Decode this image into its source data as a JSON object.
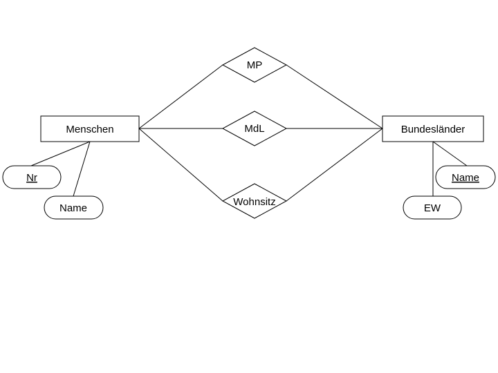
{
  "entities": {
    "menschen": {
      "label": "Menschen"
    },
    "bundeslaender": {
      "label": "Bundesländer"
    }
  },
  "relationships": {
    "mp": {
      "label": "MP"
    },
    "mdl": {
      "label": "MdL"
    },
    "wohnsitz": {
      "label": "Wohnsitz"
    }
  },
  "attributes": {
    "menschen_nr": {
      "label": "Nr",
      "key": true
    },
    "menschen_name": {
      "label": "Name",
      "key": false
    },
    "bundeslaender_name": {
      "label": "Name",
      "key": true
    },
    "bundeslaender_ew": {
      "label": "EW",
      "key": false
    }
  },
  "colors": {
    "stroke": "#000000",
    "fill": "#ffffff"
  }
}
